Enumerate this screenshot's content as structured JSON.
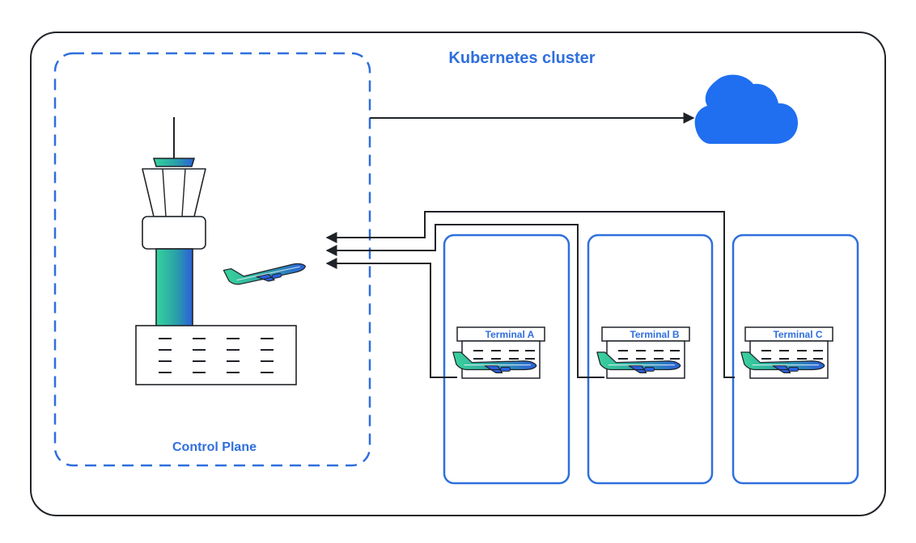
{
  "cluster": {
    "title": "Kubernetes cluster"
  },
  "control_plane": {
    "label": "Control Plane"
  },
  "terminals": [
    {
      "label": "Terminal A"
    },
    {
      "label": "Terminal B"
    },
    {
      "label": "Terminal C"
    }
  ],
  "colors": {
    "accent_blue": "#2f6fdd",
    "cloud_blue": "#1f6ff0",
    "outline": "#1f2328",
    "gradient_green": "#2fd19a",
    "gradient_blue": "#2b5fd9"
  },
  "icons": [
    "control-tower-icon",
    "airplane-icon",
    "cloud-icon",
    "terminal-building-icon"
  ]
}
